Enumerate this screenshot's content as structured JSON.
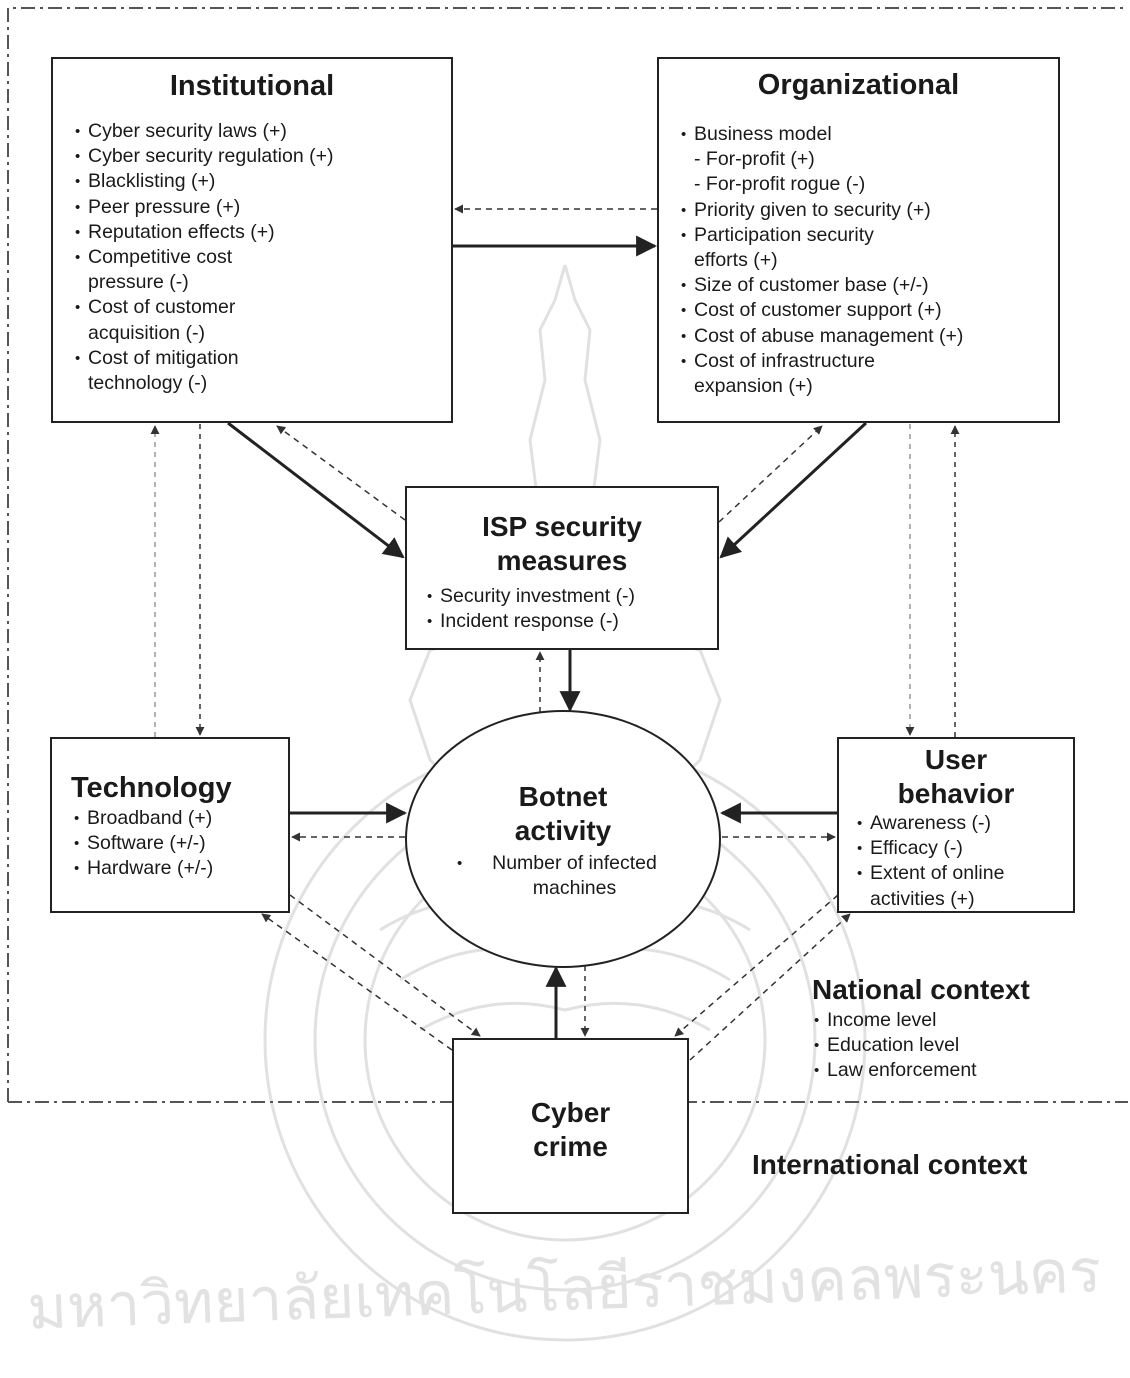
{
  "diagram": {
    "institutional": {
      "title": "Institutional",
      "items": [
        "Cyber security laws (+)",
        "Cyber security regulation (+)",
        "Blacklisting (+)",
        "Peer pressure (+)",
        "Reputation effects (+)",
        "Competitive cost\npressure (-)",
        "Cost of customer\nacquisition (-)",
        "Cost of mitigation\ntechnology (-)"
      ]
    },
    "organizational": {
      "title": "Organizational",
      "items": [
        "Business model\n- For-profit (+)\n- For-profit rogue (-)",
        "Priority given to security (+)",
        "Participation security\nefforts (+)",
        "Size of customer base (+/-)",
        "Cost of customer support (+)",
        "Cost of abuse management (+)",
        "Cost of infrastructure\nexpansion (+)"
      ]
    },
    "isp": {
      "title": "ISP security\nmeasures",
      "items": [
        "Security investment (-)",
        "Incident response (-)"
      ]
    },
    "technology": {
      "title": "Technology",
      "items": [
        "Broadband (+)",
        "Software (+/-)",
        "Hardware (+/-)"
      ]
    },
    "botnet": {
      "title": "Botnet\nactivity",
      "items": [
        "Number of infected\nmachines"
      ]
    },
    "user": {
      "title": "User\nbehavior",
      "items": [
        "Awareness (-)",
        "Efficacy (-)",
        "Extent of online\nactivities (+)"
      ]
    },
    "national": {
      "title": "National context",
      "items": [
        "Income level",
        "Education level",
        "Law enforcement"
      ]
    },
    "cyber": {
      "title": "Cyber\ncrime"
    },
    "international": {
      "title": "International context"
    }
  },
  "colors": {
    "line": "#222222",
    "dashed_frame": "#555555",
    "watermark": "#d8d8d8"
  }
}
